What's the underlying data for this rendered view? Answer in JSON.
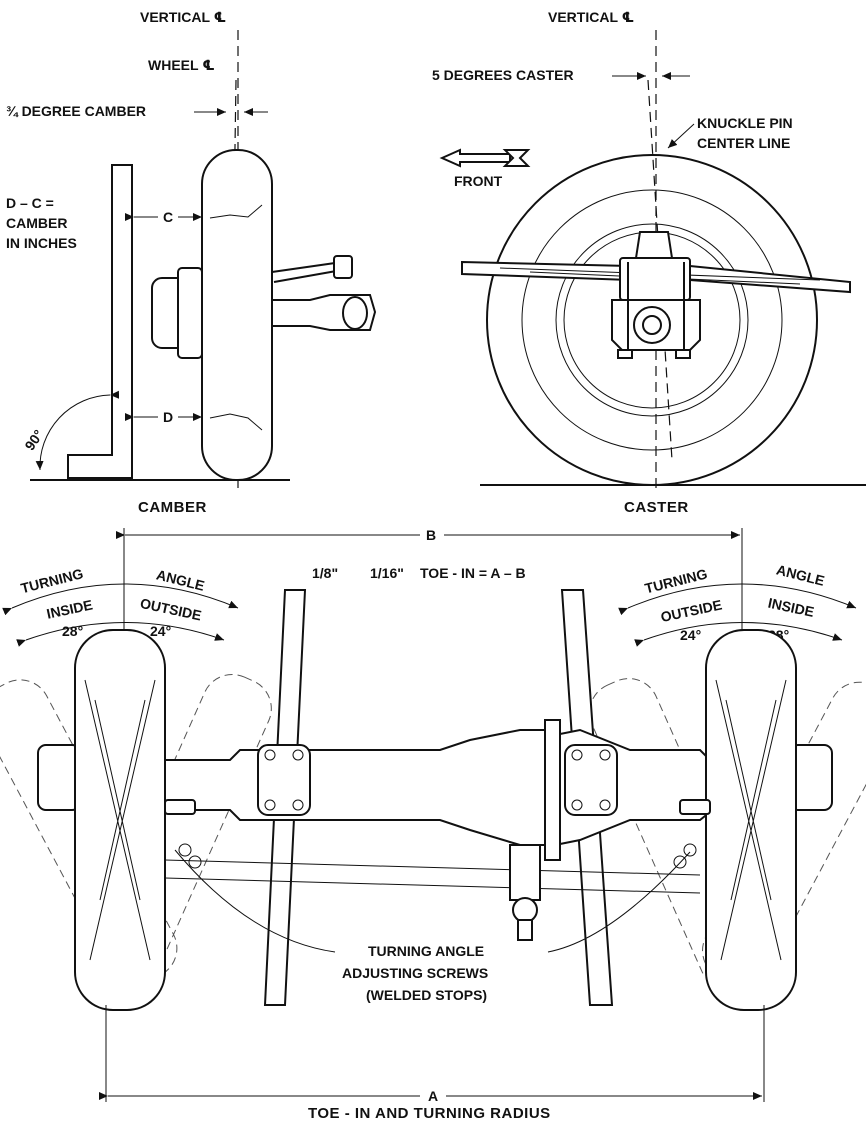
{
  "camber": {
    "vertical_label": "VERTICAL ℄",
    "wheel_label": "WHEEL ℄",
    "camber_degree": "¾ DEGREE CAMBER",
    "formula_line1": "D – C =",
    "formula_line2": "CAMBER",
    "formula_line3": "IN INCHES",
    "c_label": "C",
    "d_label": "D",
    "right_angle": "90°",
    "caption": "CAMBER"
  },
  "caster": {
    "vertical_label": "VERTICAL ℄",
    "caster_degree": "5 DEGREES CASTER",
    "knuckle_line1": "KNUCKLE PIN",
    "knuckle_line2": "CENTER LINE",
    "front_label": "FRONT",
    "caption": "CASTER"
  },
  "toe_in": {
    "b_label": "B",
    "a_label": "A",
    "value1": "1/8\"",
    "value2": "1/16\"",
    "formula": "TOE - IN = A – B",
    "left_turning": "TURNING",
    "left_angle": "ANGLE",
    "left_inside": "INSIDE",
    "left_outside": "OUTSIDE",
    "left_inside_deg": "28°",
    "left_outside_deg": "24°",
    "right_turning": "TURNING",
    "right_angle": "ANGLE",
    "right_outside": "OUTSIDE",
    "right_inside": "INSIDE",
    "right_outside_deg": "24°",
    "right_inside_deg": "28°",
    "screws_line1": "TURNING ANGLE",
    "screws_line2": "ADJUSTING SCREWS",
    "screws_line3": "(WELDED STOPS)",
    "caption": "TOE - IN AND TURNING RADIUS"
  },
  "icons": [
    "front-arrow-icon"
  ]
}
